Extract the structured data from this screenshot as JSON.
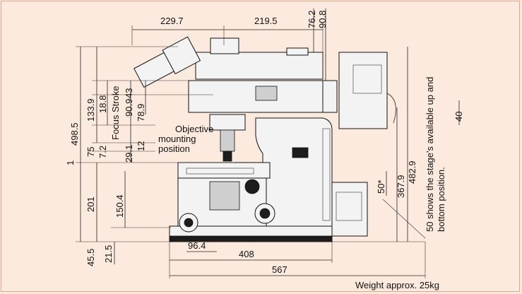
{
  "dimensions": {
    "top_left_width": "229.7",
    "top_right_width": "219.5",
    "top_height_1": "76.2",
    "top_height_2": "90.8",
    "total_height": "498.5",
    "h_133_9": "133.9",
    "h_18_8": "18.8",
    "focus_stroke": "Focus Stroke",
    "h_90_9": "90.9",
    "h_43": "43",
    "h_78_9": "78.9",
    "h_75": "75",
    "h_7_2": "7.2",
    "h_29_1": "29.1",
    "h_12": "12",
    "h_1": "1",
    "h_201": "201",
    "h_150_4": "150.4",
    "h_45_5": "45.5",
    "h_21_5": "21.5",
    "w_96_4": "96.4",
    "w_408": "408",
    "w_567": "567",
    "h_40": "40",
    "h_482_9": "482.9",
    "h_367_9": "367.9",
    "h_50_star": "50*"
  },
  "objective_label": [
    "Objective",
    "mounting",
    "position"
  ],
  "stage_note": [
    "50 shows the stage's available up and",
    "bottom position."
  ],
  "weight": "Weight approx. 25kg"
}
